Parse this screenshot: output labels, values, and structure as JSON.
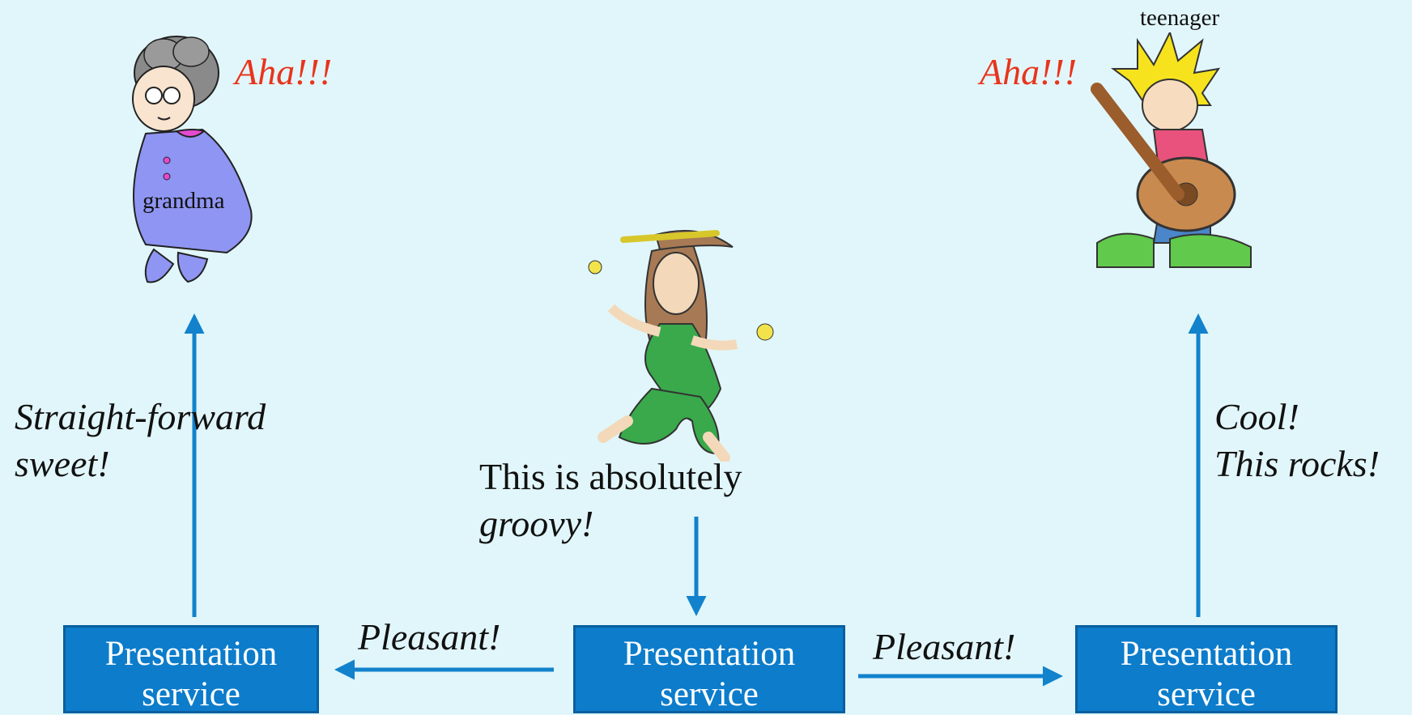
{
  "characters": {
    "grandma": {
      "label": "grandma",
      "exclaim": "Aha!!!"
    },
    "teenager": {
      "label": "teenager",
      "exclaim": "Aha!!!"
    },
    "hippie": {}
  },
  "captions": {
    "left_line1": "Straight-forward",
    "left_line2": "sweet!",
    "center_line1": "This is absolutely",
    "center_line2": "groovy!",
    "right_line1": "Cool!",
    "right_line2": "This rocks!"
  },
  "arrows": {
    "left_label": "Pleasant!",
    "right_label": "Pleasant!"
  },
  "boxes": [
    {
      "line1": "Presentation",
      "line2": "service"
    },
    {
      "line1": "Presentation",
      "line2": "service"
    },
    {
      "line1": "Presentation",
      "line2": "service"
    }
  ],
  "colors": {
    "background": "#e1f6fa",
    "box_fill": "#0c7ccb",
    "arrow": "#1282cc",
    "exclaim": "#e8341c"
  }
}
